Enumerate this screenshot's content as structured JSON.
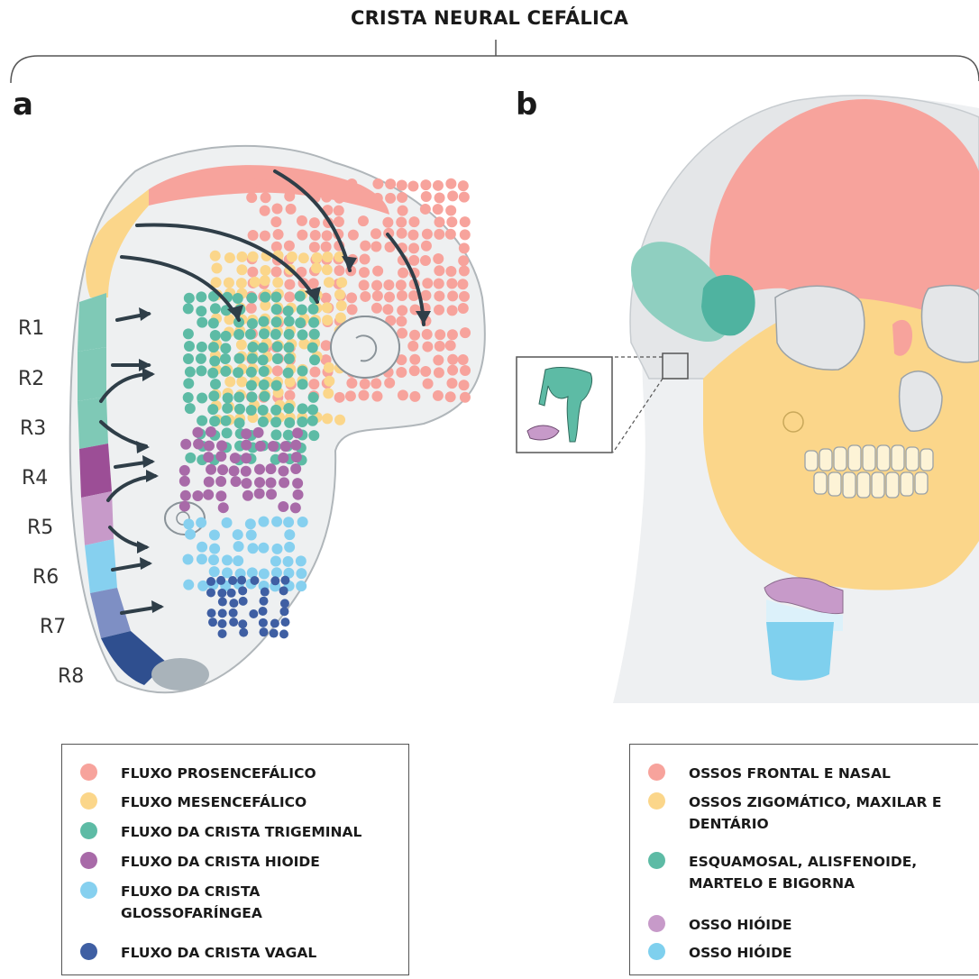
{
  "title": "CRISTA NEURAL CEFÁLICA",
  "panels": {
    "a": "a",
    "b": "b"
  },
  "rhombomeres": [
    "R1",
    "R2",
    "R3",
    "R4",
    "R5",
    "R6",
    "R7",
    "R8"
  ],
  "legend_a": [
    {
      "label": "FLUXO PROSENCEFÁLICO",
      "color": "#f7a39c"
    },
    {
      "label": "FLUXO MESENCEFÁLICO",
      "color": "#fbd68a"
    },
    {
      "label": "FLUXO DA CRISTA TRIGEMINAL",
      "color": "#5dbba5"
    },
    {
      "label": "FLUXO DA CRISTA HIOIDE",
      "color": "#a86aa8"
    },
    {
      "label": "FLUXO DA CRISTA GLOSSOFARÍNGEA",
      "color": "#86d0ef"
    },
    {
      "label": "FLUXO DA CRISTA VAGAL",
      "color": "#3f5fa3"
    }
  ],
  "legend_b": [
    {
      "label": "OSSOS FRONTAL E NASAL",
      "color": "#f7a39c"
    },
    {
      "label": "OSSOS ZIGOMÁTICO, MAXILAR E DENTÁRIO",
      "color": "#fbd68a"
    },
    {
      "label": "ESQUAMOSAL, ALISFENOIDE, MARTELO E BIGORNA",
      "color": "#5dbba5"
    },
    {
      "label": "OSSO HIÓIDE",
      "color": "#c79ac9"
    },
    {
      "label": "OSSO HIÓIDE",
      "color": "#7fd0ee"
    }
  ]
}
